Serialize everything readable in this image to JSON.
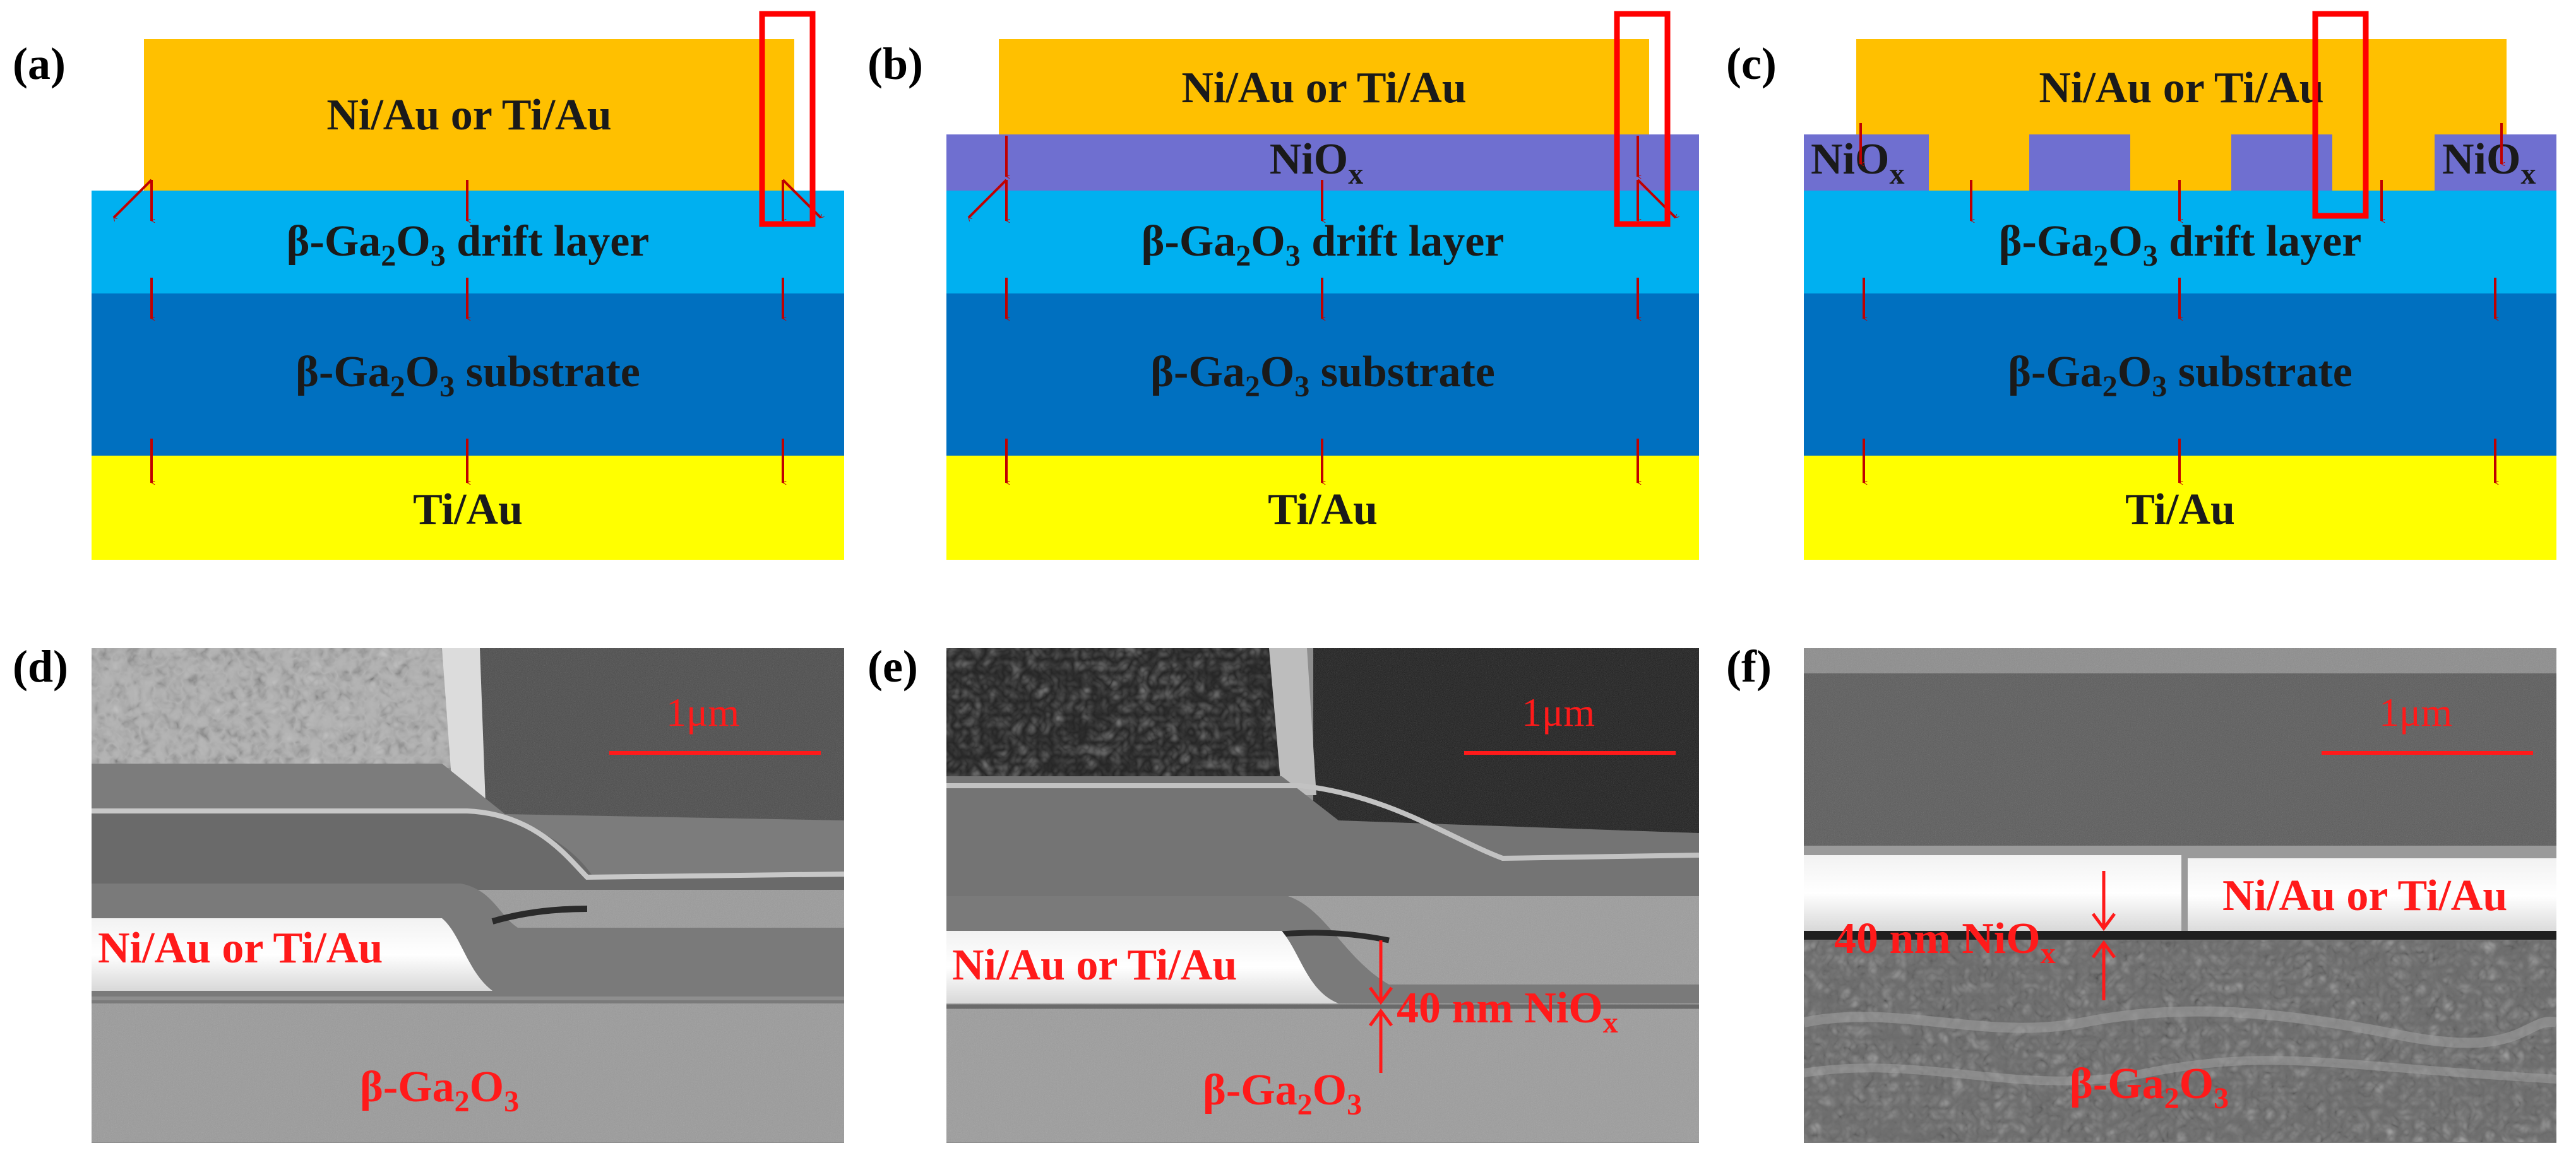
{
  "panels": {
    "a": {
      "label": "(a)",
      "top_metal": "Ni/Au or Ti/Au"
    },
    "b": {
      "label": "(b)",
      "top_metal": "Ni/Au or Ti/Au",
      "nio_label": "NiO",
      "nio_sub": "x"
    },
    "c": {
      "label": "(c)",
      "top_metal": "Ni/Au or Ti/Au",
      "nio_label_left": "NiO",
      "nio_label_right": "NiO",
      "nio_sub": "x"
    },
    "d": {
      "label": "(d)",
      "scale": "1μm",
      "metal": "Ni/Au or Ti/Au",
      "substrate_pre": "β-Ga",
      "substrate_sub1": "2",
      "substrate_mid": "O",
      "substrate_sub2": "3"
    },
    "e": {
      "label": "(e)",
      "scale": "1μm",
      "metal": "Ni/Au or Ti/Au",
      "nio": "40 nm NiO",
      "nio_sub": "x",
      "substrate_pre": "β-Ga",
      "substrate_sub1": "2",
      "substrate_mid": "O",
      "substrate_sub2": "3"
    },
    "f": {
      "label": "(f)",
      "scale": "1μm",
      "metal": "Ni/Au or Ti/Au",
      "nio": "40 nm NiO",
      "nio_sub": "x",
      "substrate_pre": "β-Ga",
      "substrate_sub1": "2",
      "substrate_mid": "O",
      "substrate_sub2": "3"
    }
  },
  "layers": {
    "drift_pre": "β-Ga",
    "drift_sub1": "2",
    "drift_mid": "O",
    "drift_sub2": "3",
    "drift_post": " drift layer",
    "substrate_pre": "β-Ga",
    "substrate_sub1": "2",
    "substrate_mid": "O",
    "substrate_sub2": "3",
    "substrate_post": " substrate",
    "back_metal": "Ti/Au"
  },
  "colors": {
    "top_metal": "#ffc000",
    "nio": "#6f6fd0",
    "drift": "#00b0f0",
    "substrate": "#0070c0",
    "back_metal": "#ffff00",
    "arrows": "#c00000",
    "highlight": "#ff0000",
    "annotation": "#ff1a1a"
  }
}
